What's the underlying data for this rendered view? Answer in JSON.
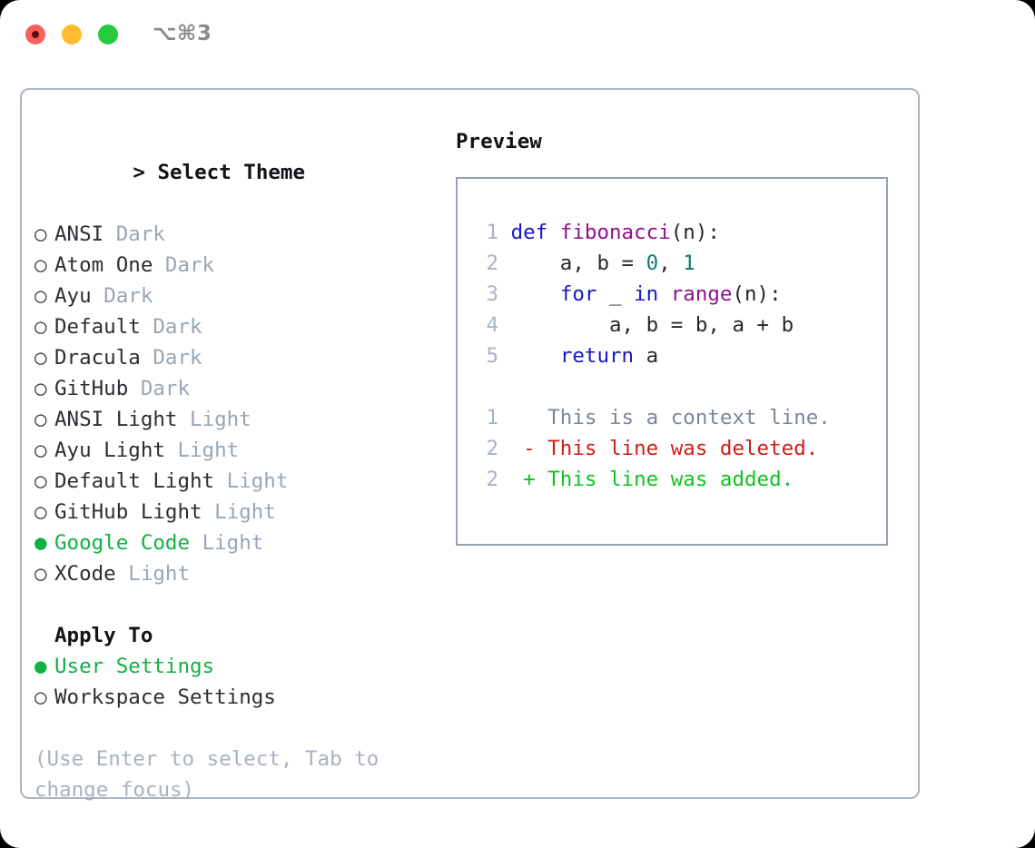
{
  "window": {
    "shortcut": "⌥⌘3",
    "traffic_lights": [
      {
        "name": "close",
        "color": "#fc5f58"
      },
      {
        "name": "minimize",
        "color": "#febd2e"
      },
      {
        "name": "maximize",
        "color": "#27ca3f"
      }
    ]
  },
  "theme_panel": {
    "prompt": "> ",
    "heading": "Select Theme",
    "marker_unselected": "○ ",
    "marker_selected": "● ",
    "items": [
      {
        "name": "ANSI",
        "tag": "Dark",
        "selected": false
      },
      {
        "name": "Atom One",
        "tag": "Dark",
        "selected": false
      },
      {
        "name": "Ayu",
        "tag": "Dark",
        "selected": false
      },
      {
        "name": "Default",
        "tag": "Dark",
        "selected": false
      },
      {
        "name": "Dracula",
        "tag": "Dark",
        "selected": false
      },
      {
        "name": "GitHub",
        "tag": "Dark",
        "selected": false
      },
      {
        "name": "ANSI Light",
        "tag": "Light",
        "selected": false
      },
      {
        "name": "Ayu Light",
        "tag": "Light",
        "selected": false
      },
      {
        "name": "Default Light",
        "tag": "Light",
        "selected": false
      },
      {
        "name": "GitHub Light",
        "tag": "Light",
        "selected": false
      },
      {
        "name": "Google Code",
        "tag": "Light",
        "selected": true
      },
      {
        "name": "XCode",
        "tag": "Light",
        "selected": false
      }
    ]
  },
  "apply_to": {
    "heading": "Apply To",
    "options": [
      {
        "label": "User Settings",
        "selected": true
      },
      {
        "label": "Workspace Settings",
        "selected": false
      }
    ]
  },
  "hint": "(Use Enter to select, Tab to change focus)",
  "preview": {
    "title": "Preview",
    "code_lines": [
      {
        "number": "1",
        "tokens": [
          {
            "text": "def ",
            "kind": "kw"
          },
          {
            "text": "fibonacci",
            "kind": "fn"
          },
          {
            "text": "(n):",
            "kind": "punct"
          }
        ]
      },
      {
        "number": "2",
        "tokens": [
          {
            "text": "    a, b = ",
            "kind": "body"
          },
          {
            "text": "0",
            "kind": "num"
          },
          {
            "text": ", ",
            "kind": "body"
          },
          {
            "text": "1",
            "kind": "num"
          }
        ]
      },
      {
        "number": "3",
        "tokens": [
          {
            "text": "    ",
            "kind": "body"
          },
          {
            "text": "for",
            "kind": "kw"
          },
          {
            "text": " _ ",
            "kind": "body"
          },
          {
            "text": "in",
            "kind": "kw"
          },
          {
            "text": " ",
            "kind": "body"
          },
          {
            "text": "range",
            "kind": "fn"
          },
          {
            "text": "(n):",
            "kind": "punct"
          }
        ]
      },
      {
        "number": "4",
        "tokens": [
          {
            "text": "        a, b = b, a + b",
            "kind": "body"
          }
        ]
      },
      {
        "number": "5",
        "tokens": [
          {
            "text": "    ",
            "kind": "body"
          },
          {
            "text": "return",
            "kind": "kw"
          },
          {
            "text": " a",
            "kind": "body"
          }
        ]
      }
    ],
    "diff_lines": [
      {
        "number": "1",
        "marker": "  ",
        "text": "This is a context line.",
        "kind": "ctx"
      },
      {
        "number": "2",
        "marker": "- ",
        "text": "This line was deleted.",
        "kind": "del"
      },
      {
        "number": "2",
        "marker": "+ ",
        "text": "This line was added.",
        "kind": "add"
      }
    ]
  },
  "colors": {
    "accent_green": "#12b145",
    "muted": "#9aa6b4",
    "panel_border": "#aab4c0",
    "preview_border": "#95a2b3",
    "keyword": "#1717c4",
    "function": "#90118c",
    "number": "#0e7c73",
    "diff_add": "#11c124",
    "diff_del": "#cc1f1a",
    "diff_ctx": "#7d8792",
    "line_number": "#a9b4c2"
  }
}
